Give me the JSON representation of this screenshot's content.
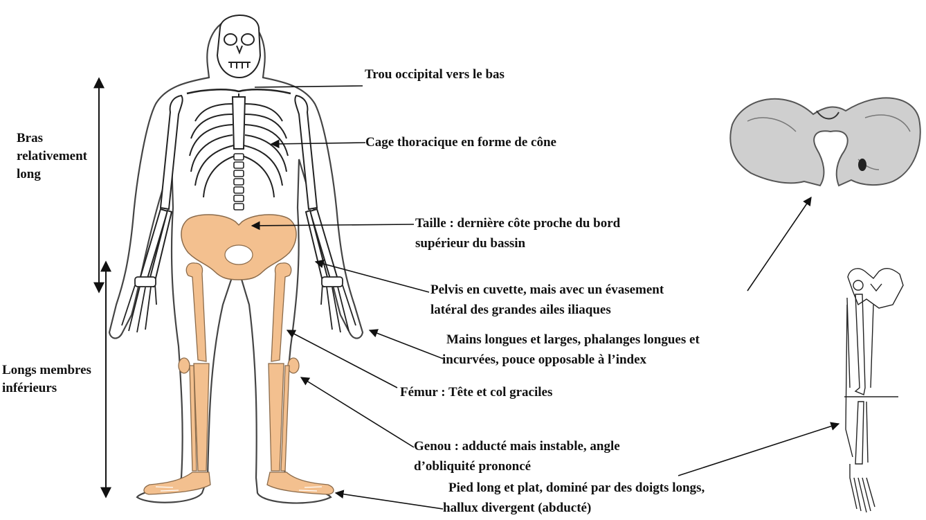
{
  "colors": {
    "bone_highlight": "#f3c08f",
    "bone_outline": "#2a2a2a",
    "text": "#111111"
  },
  "side_labels": {
    "arms": [
      "Bras",
      "relativement",
      "long"
    ],
    "legs": [
      "Longs membres",
      "inférieurs"
    ]
  },
  "annotations": {
    "occipital": "Trou occipital vers le bas",
    "thorax": "Cage thoracique en forme de cône",
    "waist": [
      "Taille : dernière côte proche du bord",
      "supérieur du bassin"
    ],
    "pelvis": [
      "Pelvis en cuvette, mais avec un évasement",
      "latéral des grandes ailes iliaques"
    ],
    "hands": [
      "Mains longues et larges, phalanges longues et",
      "incurvées, pouce opposable à l’index"
    ],
    "femur": "Fémur : Tête et col graciles",
    "knee": [
      "Genou : adducté mais instable, angle",
      "d’obliquité prononcé"
    ],
    "foot": [
      "Pied long et plat, dominé par des doigts longs,",
      "hallux divergent (abducté)"
    ]
  }
}
